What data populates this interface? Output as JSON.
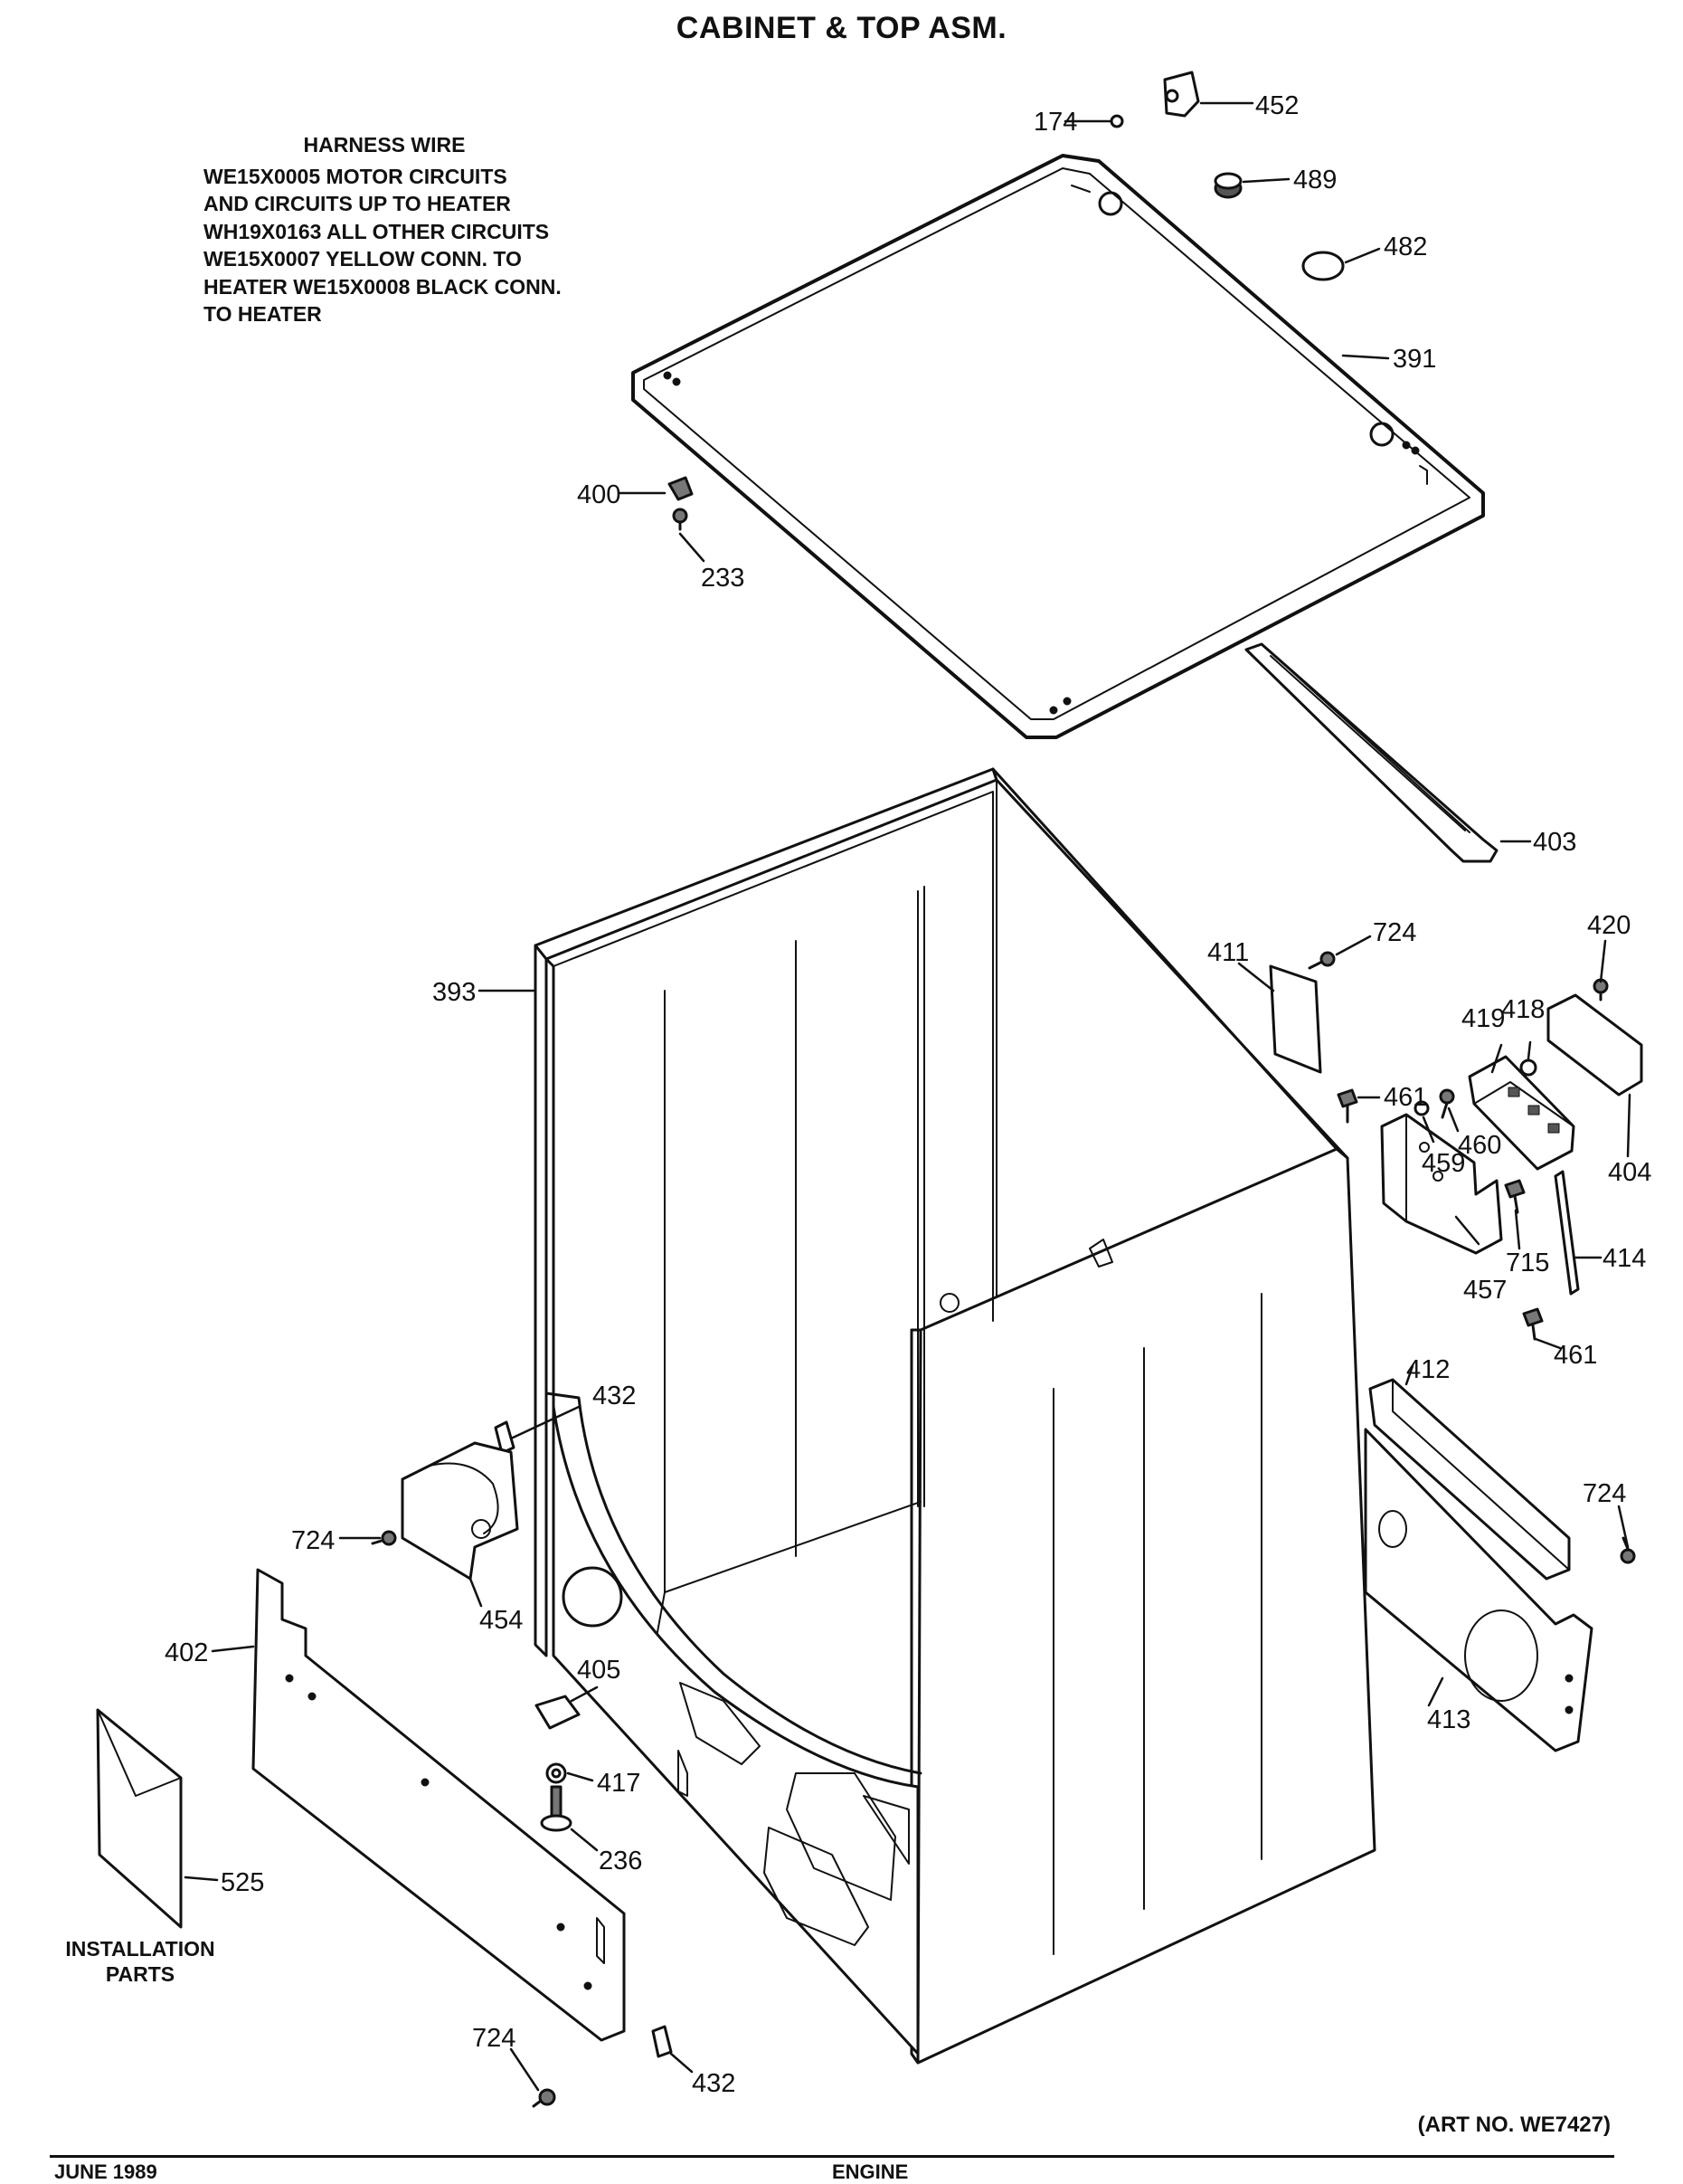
{
  "title": "CABINET & TOP ASM.",
  "harness": {
    "heading": "HARNESS WIRE",
    "lines": [
      "WE15X0005 MOTOR CIRCUITS",
      "AND CIRCUITS UP TO HEATER",
      "WH19X0163 ALL OTHER CIRCUITS",
      "WE15X0007 YELLOW CONN. TO",
      "HEATER WE15X0008 BLACK CONN.",
      "TO HEATER"
    ]
  },
  "installation": {
    "line1": "INSTALLATION",
    "line2": "PARTS"
  },
  "art_no": "(ART NO. WE7427)",
  "footer": {
    "date": "JUNE 1989",
    "page": "ENGINE"
  },
  "parts": {
    "p174": "174",
    "p452": "452",
    "p489": "489",
    "p482": "482",
    "p391": "391",
    "p400": "400",
    "p233": "233",
    "p403": "403",
    "p393": "393",
    "p411": "411",
    "p724a": "724",
    "p420": "420",
    "p419": "419",
    "p418": "418",
    "p461a": "461",
    "p459": "459",
    "p460": "460",
    "p404": "404",
    "p457": "457",
    "p715": "715",
    "p414": "414",
    "p461b": "461",
    "p412": "412",
    "p724b": "724",
    "p413": "413",
    "p432a": "432",
    "p724c": "724",
    "p454": "454",
    "p402": "402",
    "p405": "405",
    "p417": "417",
    "p236": "236",
    "p525": "525",
    "p724d": "724",
    "p432b": "432"
  }
}
